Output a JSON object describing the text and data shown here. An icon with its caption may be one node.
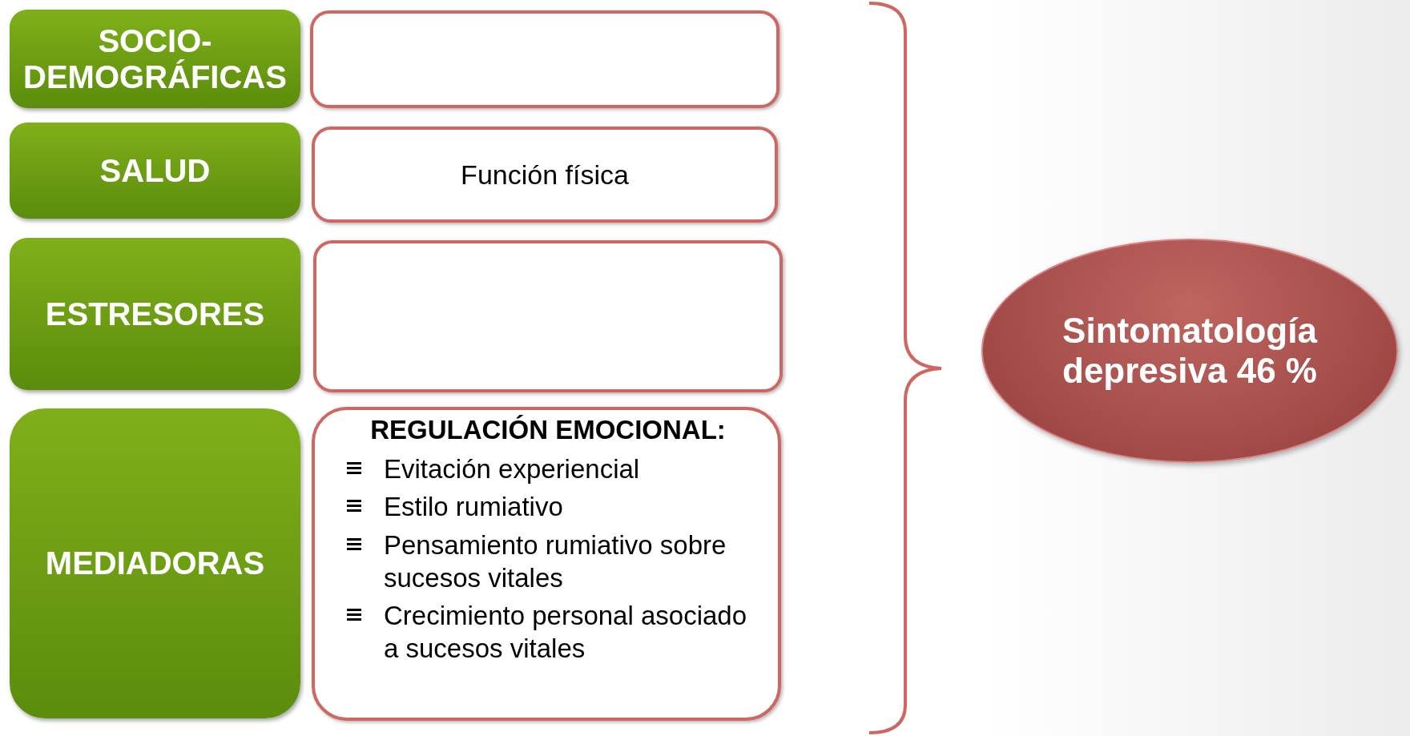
{
  "diagram": {
    "nodes": [
      {
        "text": [
          "SOCIO-DEMOGRÁFICAS"
        ]
      },
      {
        "text": [],
        "shape": "box"
      },
      {
        "text": [
          "SALUD"
        ]
      },
      {
        "text": [
          "Función física"
        ]
      },
      {
        "text": [
          "ESTRESORES"
        ]
      },
      {
        "text": [],
        "shape": "box"
      },
      {
        "text": [
          "MEDIADORAS"
        ]
      },
      {
        "text": [
          "REGULACIÓN EMOCIONAL:",
          "Evitación experiencial",
          "Estilo rumiativo",
          "Pensamiento rumiativo sobre sucesos vitales",
          "Crecimiento personal asociado a sucesos vitales"
        ]
      },
      {
        "text": [
          "Sintomatología depresiva 46 %"
        ]
      }
    ],
    "edges": []
  }
}
